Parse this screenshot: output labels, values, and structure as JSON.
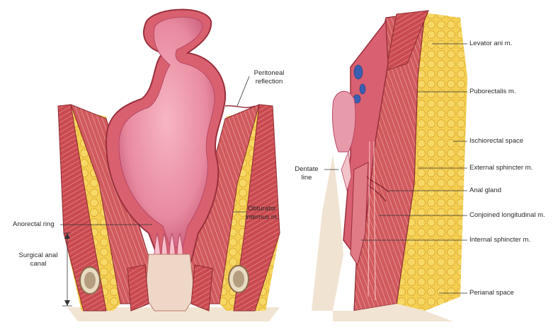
{
  "left_figure": {
    "labels": {
      "peritoneal_reflection": "Peritoneal reflection",
      "obturator_internus": "Obturator internus m.",
      "anorectal_ring": "Anorectal ring",
      "surgical_anal_canal": "Surgical anal canal"
    }
  },
  "right_figure": {
    "labels": {
      "levator_ani": "Levator ani m.",
      "puborectalis": "Puborectalis m.",
      "ischiorectal_space": "Ischiorectal space",
      "dentate_line": "Dentate line",
      "external_sphincter": "External sphincter m.",
      "anal_gland": "Anal gland",
      "conjoined_longitudinal": "Conjoined longitudinal m.",
      "internal_sphincter": "Internal sphincter m.",
      "perianal_space": "Perianal space"
    }
  },
  "colors": {
    "fat": "#f2c94a",
    "muscle": "#c9454a",
    "mucosa": "#e58aa0",
    "bone": "#8a6a4a"
  }
}
